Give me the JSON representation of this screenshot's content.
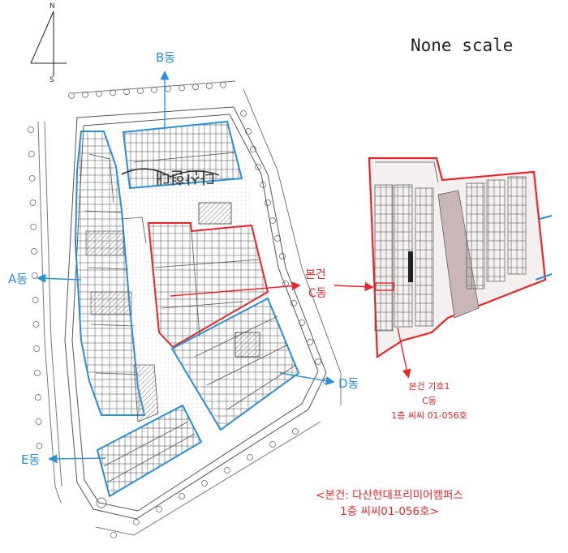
{
  "compass": {
    "north": "N",
    "south": "S"
  },
  "scale_note": "None scale",
  "buildings": {
    "A": "A동",
    "B": "B동",
    "C": "C동",
    "D": "D동",
    "E": "E동"
  },
  "subject_label": "본건",
  "detail": {
    "line1": "본건 기호1",
    "line2": "C동",
    "line3": "1층 씨씨 01-056호"
  },
  "caption": {
    "line1": "<본건: 다산현대프리미어캠퍼스",
    "line2": "1층 씨씨01-056호>"
  },
  "colors": {
    "building_outline": "#2a8fd4",
    "subject_outline": "#e8262a",
    "plan_lines": "#555555"
  }
}
